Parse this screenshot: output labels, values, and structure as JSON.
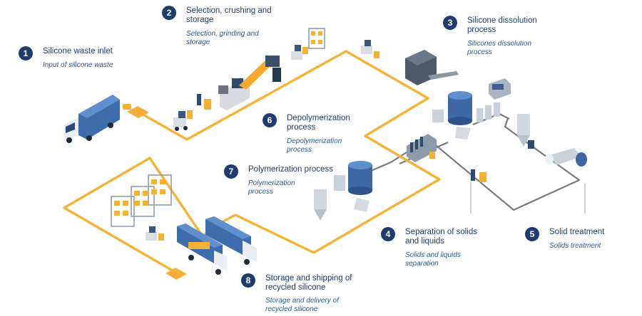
{
  "colors": {
    "navy": "#1f3d6b",
    "subtext": "#2c5a93",
    "orange_path": "#f5b335",
    "gray_path": "#777b80"
  },
  "steps": [
    {
      "num": "1",
      "title": "Silicone waste inlet",
      "subtitle": "Input of silicone waste"
    },
    {
      "num": "2",
      "title": "Selection, crushing and storage",
      "subtitle": "Selection, grinding and storage"
    },
    {
      "num": "3",
      "title": "Silicone dissolution process",
      "subtitle": "Silicones dissolution process"
    },
    {
      "num": "4",
      "title": "Separation of solids and liquids",
      "subtitle": "Solids and liquids separation"
    },
    {
      "num": "5",
      "title": "Solid treatment",
      "subtitle": "Solids treatment"
    },
    {
      "num": "6",
      "title": "Depolymerization process",
      "subtitle": "Depolymerization process"
    },
    {
      "num": "7",
      "title": "Polymerization process",
      "subtitle": "Polymerization process"
    },
    {
      "num": "8",
      "title": "Storage and shipping of recycled silicone",
      "subtitle": "Storage and delivery of recycled silicone"
    }
  ]
}
